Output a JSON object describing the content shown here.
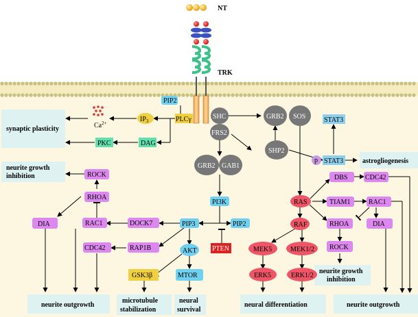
{
  "ligand": "NT",
  "receptor": "TRK",
  "calcium": "Ca2+",
  "nodes": {
    "pip2_top": "PIP2",
    "plcg": "PLCγ",
    "ip3": "IP3",
    "dag": "DAG",
    "pkc": "PKC",
    "shc": "SHC",
    "frs2": "FRS2",
    "grb2_top": "GRB2",
    "sos": "SOS",
    "shp2": "SHP2",
    "stat3_top": "STAT3",
    "p": "p",
    "stat3_mid": "STAT3",
    "grb2_mid": "GRB2",
    "gab1": "GAB1",
    "pi3k": "PI3K",
    "pip2_mid": "PIP2",
    "pip3": "PIP3",
    "pten": "PTEN",
    "akt": "AKT",
    "gsk3b": "GSK3β",
    "mtor": "MTOR",
    "rock_left": "ROCK",
    "rhoa_left": "RHOA",
    "rac1_left": "RAC1",
    "dia_left": "DIA",
    "dock7": "DOCK7",
    "rap1b": "RAP1B",
    "cdc42_left": "CDC42",
    "ras": "RAS",
    "raf": "RAF",
    "mek5": "MEK5",
    "mek12": "MEK1/2",
    "erk5": "ERK5",
    "erk12": "ERK1/2",
    "dbs": "DBS",
    "cdc42_right": "CDC42",
    "tiam1": "TIAM1",
    "rac1_right": "RAC1",
    "rhoa_right": "RHOA",
    "dia_right": "DIA",
    "rock_right": "ROCK"
  },
  "outcomes": {
    "synaptic": "synaptic plasticity",
    "inhib_left_1": "neurite growth",
    "inhib_left_2": "inhibition",
    "astro": "astrogliogenesis",
    "outgrowth_left": "neurite outgrowth",
    "micro_1": "microtubule",
    "micro_2": "stabilization",
    "surv_1": "neural",
    "surv_2": "survival",
    "diff": "neural differentiation",
    "inhib_right_1": "neurite growth",
    "inhib_right_2": "inhibition",
    "outgrowth_right": "neurite outgrowth"
  },
  "colors": {
    "membrane": "#f5ecc2",
    "cytoplasm": "#fdf6e0",
    "outcome_box": "#dff2f2",
    "blue_node": "#6fd0f0",
    "violet_node": "#dd88ee",
    "red_node": "#ee5566",
    "gray_node": "#777777",
    "yellow_node": "#f0d040",
    "green_node": "#60e0b0",
    "pten": "#dd2222",
    "stat3": "#8ecfee"
  }
}
